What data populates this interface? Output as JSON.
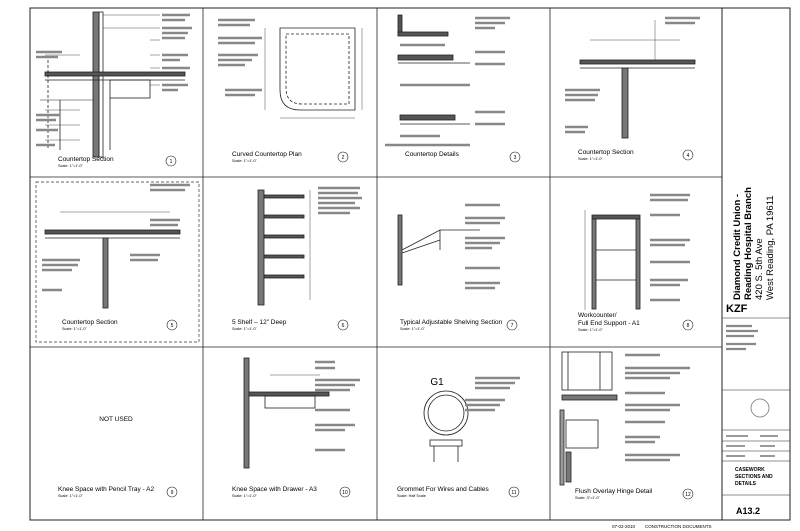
{
  "panels": [
    {
      "num": "1",
      "title": "Countertop Section",
      "scale": "Scale: 1\"=1'-0\""
    },
    {
      "num": "2",
      "title": "Curved Countertop Plan",
      "scale": "Scale: 1\"=1'-0\""
    },
    {
      "num": "3",
      "title": "Countertop Details",
      "scale": ""
    },
    {
      "num": "4",
      "title": "Countertop Section",
      "scale": "Scale: 1\"=1'-0\""
    },
    {
      "num": "5",
      "title": "Countertop Section",
      "scale": "Scale: 1\"=1'-0\""
    },
    {
      "num": "6",
      "title": "5 Shelf – 12\" Deep",
      "scale": "Scale: 1\"=1'-0\""
    },
    {
      "num": "7",
      "title": "Typical Adjustable Shelving Section",
      "scale": "Scale: 1\"=1'-0\""
    },
    {
      "num": "8",
      "title": "Workcounter/",
      "scale": "Scale: 1\"=1'-0\"",
      "title2": "Full End Support - A1"
    },
    {
      "num": "9",
      "title": "Knee Space with Pencil Tray - A2",
      "scale": "Scale: 1\"=1'-0\""
    },
    {
      "num": "10",
      "title": "Knee Space with Drawer - A3",
      "scale": "Scale: 1\"=1'-0\""
    },
    {
      "num": "11",
      "title": "Grommet For Wires and Cables",
      "scale": "Scale: Half Scale"
    },
    {
      "num": "12",
      "title": "Flush Overlay Hinge Detail",
      "scale": "Scale: 3\"=1'-0\""
    }
  ],
  "not_used": "NOT USED",
  "g1_label": "G1",
  "project": {
    "line1": "Diamond Credit Union -",
    "line2": "Reading Hospital Branch",
    "line3": "420 S. 5th Ave",
    "line4": "West Reading, PA 19611"
  },
  "logo": "KZF",
  "sheet_title": {
    "line1": "CASEWORK",
    "line2": "SECTIONS AND",
    "line3": "DETAILS"
  },
  "sheet_number": "A13.2",
  "footer": {
    "date": "07-02-2010",
    "status": "CONSTRUCTION DOCUMENTS"
  }
}
